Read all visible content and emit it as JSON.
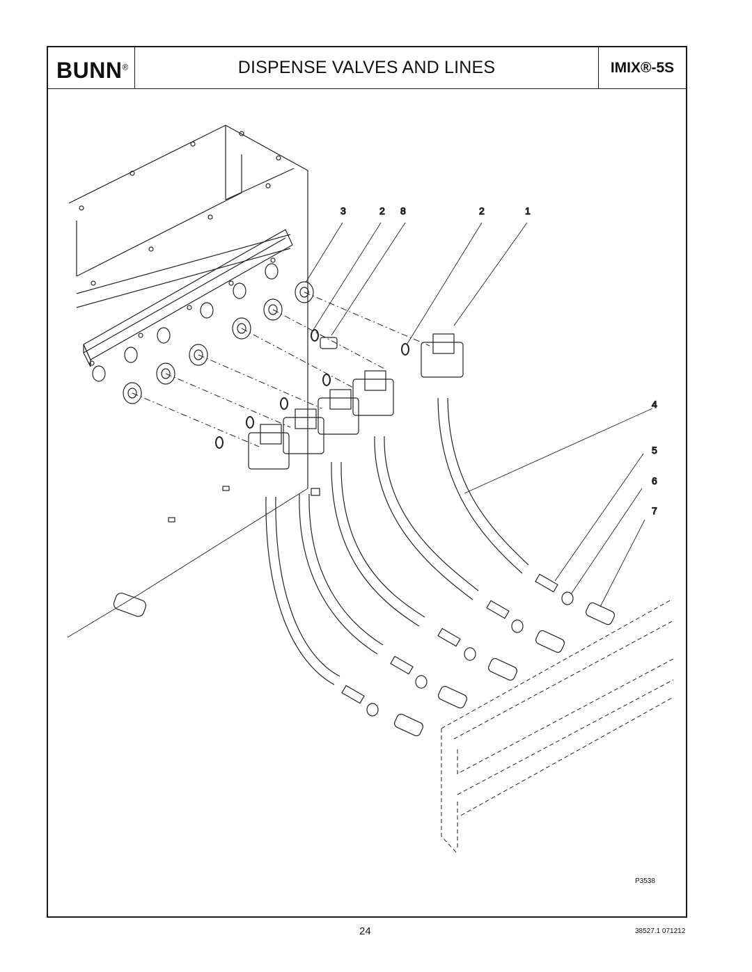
{
  "header": {
    "brand": "BUNN",
    "brand_mark": "®",
    "title": "DISPENSE VALVES AND LINES",
    "model": "IMIX®-5S"
  },
  "callouts": {
    "c1": "3",
    "c2": "2",
    "c3": "8",
    "c4": "2",
    "c5": "1",
    "c6": "4",
    "c7": "5",
    "c8": "6",
    "c9": "7"
  },
  "figure_id": "P3538",
  "footer": {
    "page_number": "24",
    "doc_code": "38527.1 071212"
  }
}
